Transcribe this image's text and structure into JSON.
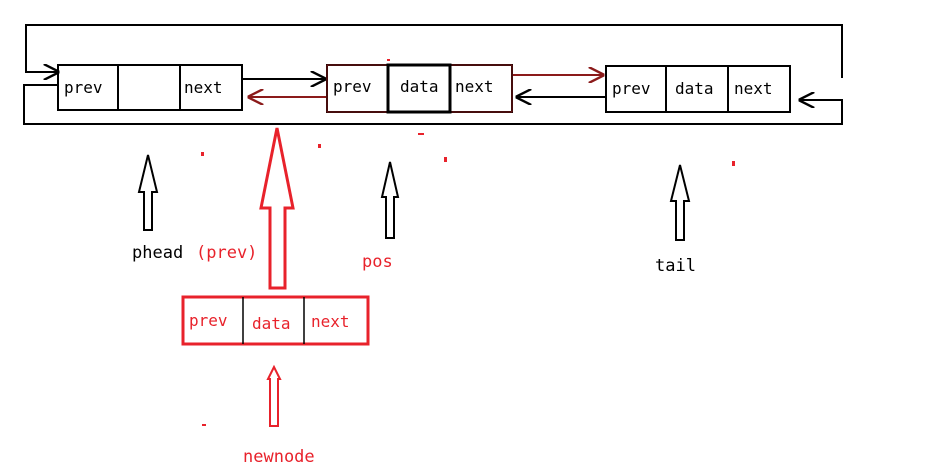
{
  "colors": {
    "black": "#000000",
    "red": "#e8222b",
    "dark_red": "#8b1a1a"
  },
  "nodes": {
    "phead": {
      "prev": "prev",
      "data": "",
      "next": "next"
    },
    "pos": {
      "prev": "prev",
      "data": "data",
      "next": "next"
    },
    "tail": {
      "prev": "prev",
      "data": "data",
      "next": "next"
    },
    "newnode": {
      "prev": "prev",
      "data": "data",
      "next": "next"
    }
  },
  "labels": {
    "phead": "phead",
    "phead_note": "(prev)",
    "pos": "pos",
    "tail": "tail",
    "newnode": "newnode"
  }
}
